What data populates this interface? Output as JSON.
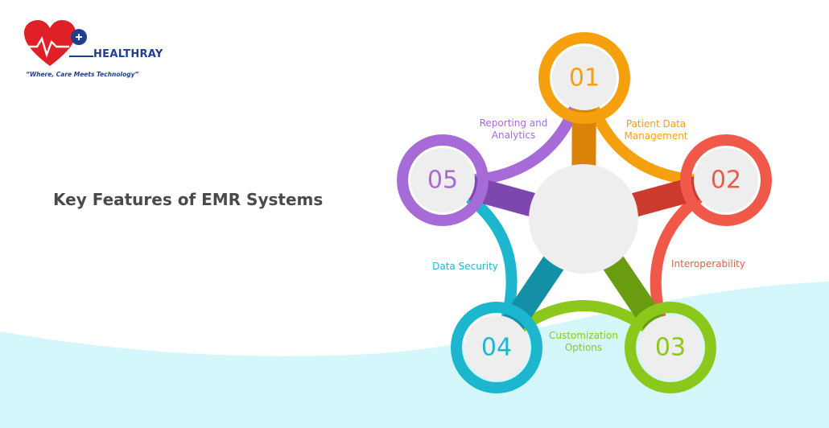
{
  "logo": {
    "brand": "HEALTHRAY",
    "tagline": "“Where, Care Meets Technology”"
  },
  "page": {
    "title": "Key Features of EMR Systems"
  },
  "features": [
    {
      "number": "01",
      "label_lines": [
        "Patient Data",
        "Management"
      ],
      "color": "#f5a00c",
      "dark": "#d98406"
    },
    {
      "number": "02",
      "label_lines": [
        "Interoperability"
      ],
      "color": "#f0594a",
      "dark": "#cc3a2d"
    },
    {
      "number": "03",
      "label_lines": [
        "Customization",
        "Options"
      ],
      "color": "#8cc71b",
      "dark": "#6a9c12"
    },
    {
      "number": "04",
      "label_lines": [
        "Data Security"
      ],
      "color": "#1cb7cf",
      "dark": "#1390a6"
    },
    {
      "number": "05",
      "label_lines": [
        "Reporting and",
        "Analytics"
      ],
      "color": "#a66bd6",
      "dark": "#7e47b0"
    }
  ],
  "colors": {
    "wave": "#d3f7fb",
    "circle_fill": "#eeeeee",
    "title": "#4a4a4a",
    "brand_blue": "#1f3f8c",
    "brand_red": "#e02027"
  }
}
